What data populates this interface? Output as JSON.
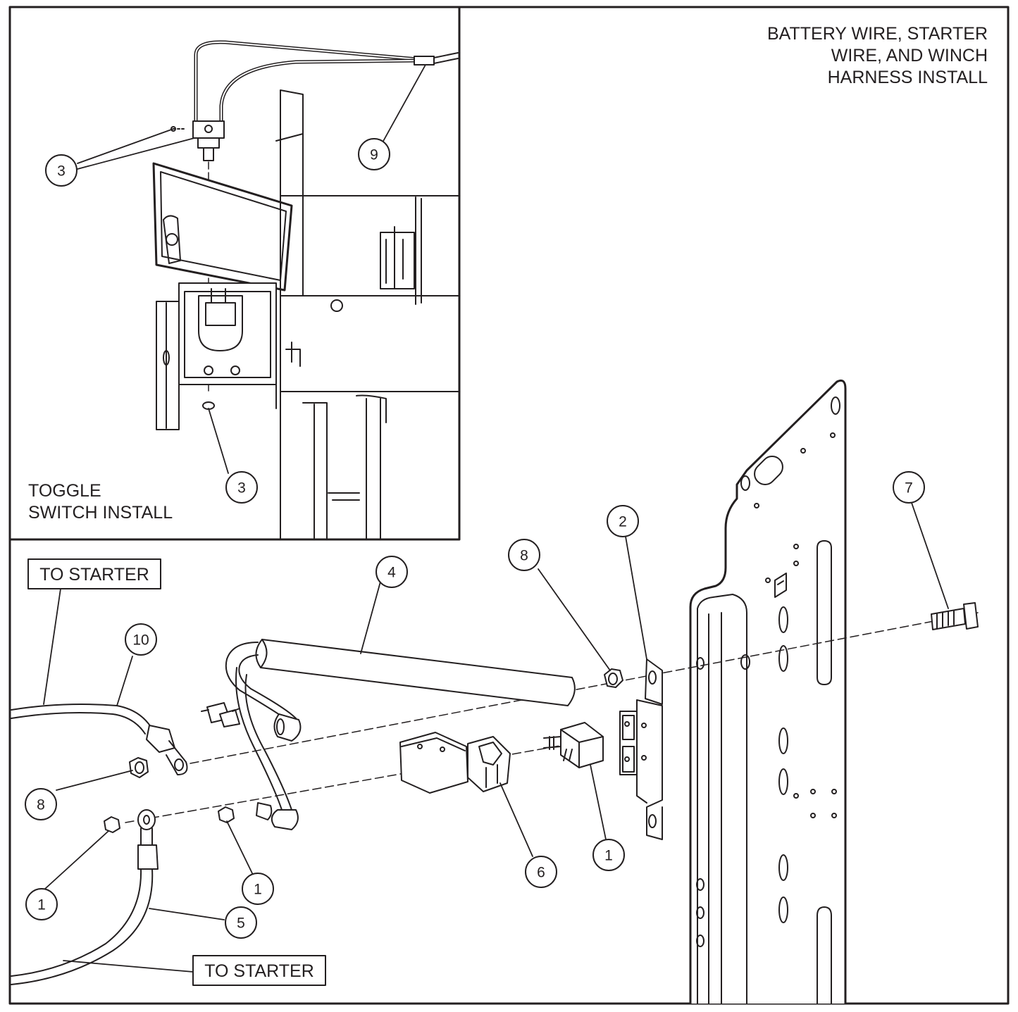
{
  "titles": {
    "main": [
      "BATTERY WIRE, STARTER",
      "WIRE, AND WINCH",
      "HARNESS INSTALL"
    ],
    "inset": [
      "TOGGLE",
      "SWITCH INSTALL"
    ]
  },
  "boxed_labels": {
    "to_starter_top": "TO STARTER",
    "to_starter_bottom": "TO STARTER"
  },
  "callouts": {
    "c1_left": "1",
    "c1_center": "1",
    "c1_breaker": "1",
    "c2": "2",
    "c3_top": "3",
    "c3_bottom": "3",
    "c4": "4",
    "c5": "5",
    "c6": "6",
    "c7": "7",
    "c8_top": "8",
    "c8_left": "8",
    "c9": "9",
    "c10": "10"
  },
  "colors": {
    "ink": "#231f20",
    "paper": "#ffffff"
  }
}
